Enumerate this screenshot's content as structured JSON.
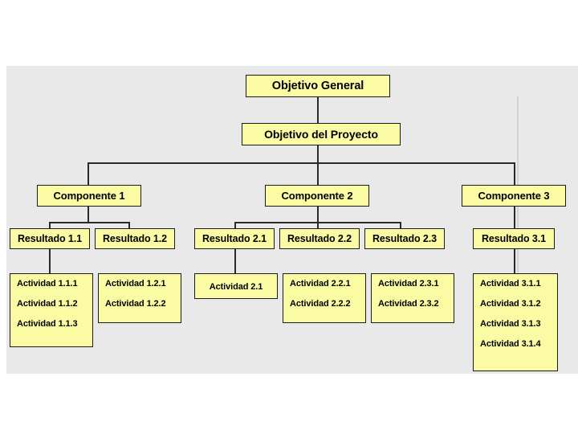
{
  "diagram": {
    "title_node": "Objetivo General",
    "project_node": "Objetivo del Proyecto",
    "colors": {
      "box_fill": "#fbfba3",
      "box_border": "#1a1a1a",
      "canvas": "#e9e9e9",
      "connector": "#2a2a2a",
      "ghost_line": "#d2d2d2"
    },
    "components": [
      {
        "label": "Componente 1"
      },
      {
        "label": "Componente 2"
      },
      {
        "label": "Componente 3"
      }
    ],
    "results": [
      {
        "label": "Resultado 1.1"
      },
      {
        "label": "Resultado 1.2"
      },
      {
        "label": "Resultado 2.1"
      },
      {
        "label": "Resultado 2.2"
      },
      {
        "label": "Resultado 2.3"
      },
      {
        "label": "Resultado 3.1"
      }
    ],
    "activity_groups": [
      {
        "activities": [
          "Actividad 1.1.1",
          "Actividad 1.1.2",
          "Actividad 1.1.3"
        ]
      },
      {
        "activities": [
          "Actividad 1.2.1",
          "Actividad 1.2.2"
        ]
      },
      {
        "activities": [
          "Actividad 2.1"
        ]
      },
      {
        "activities": [
          "Actividad 2.2.1",
          "Actividad 2.2.2"
        ]
      },
      {
        "activities": [
          "Actividad 2.3.1",
          "Actividad 2.3.2"
        ]
      },
      {
        "activities": [
          "Actividad 3.1.1",
          "Actividad 3.1.2",
          "Actividad 3.1.3",
          "Actividad 3.1.4"
        ]
      }
    ]
  }
}
